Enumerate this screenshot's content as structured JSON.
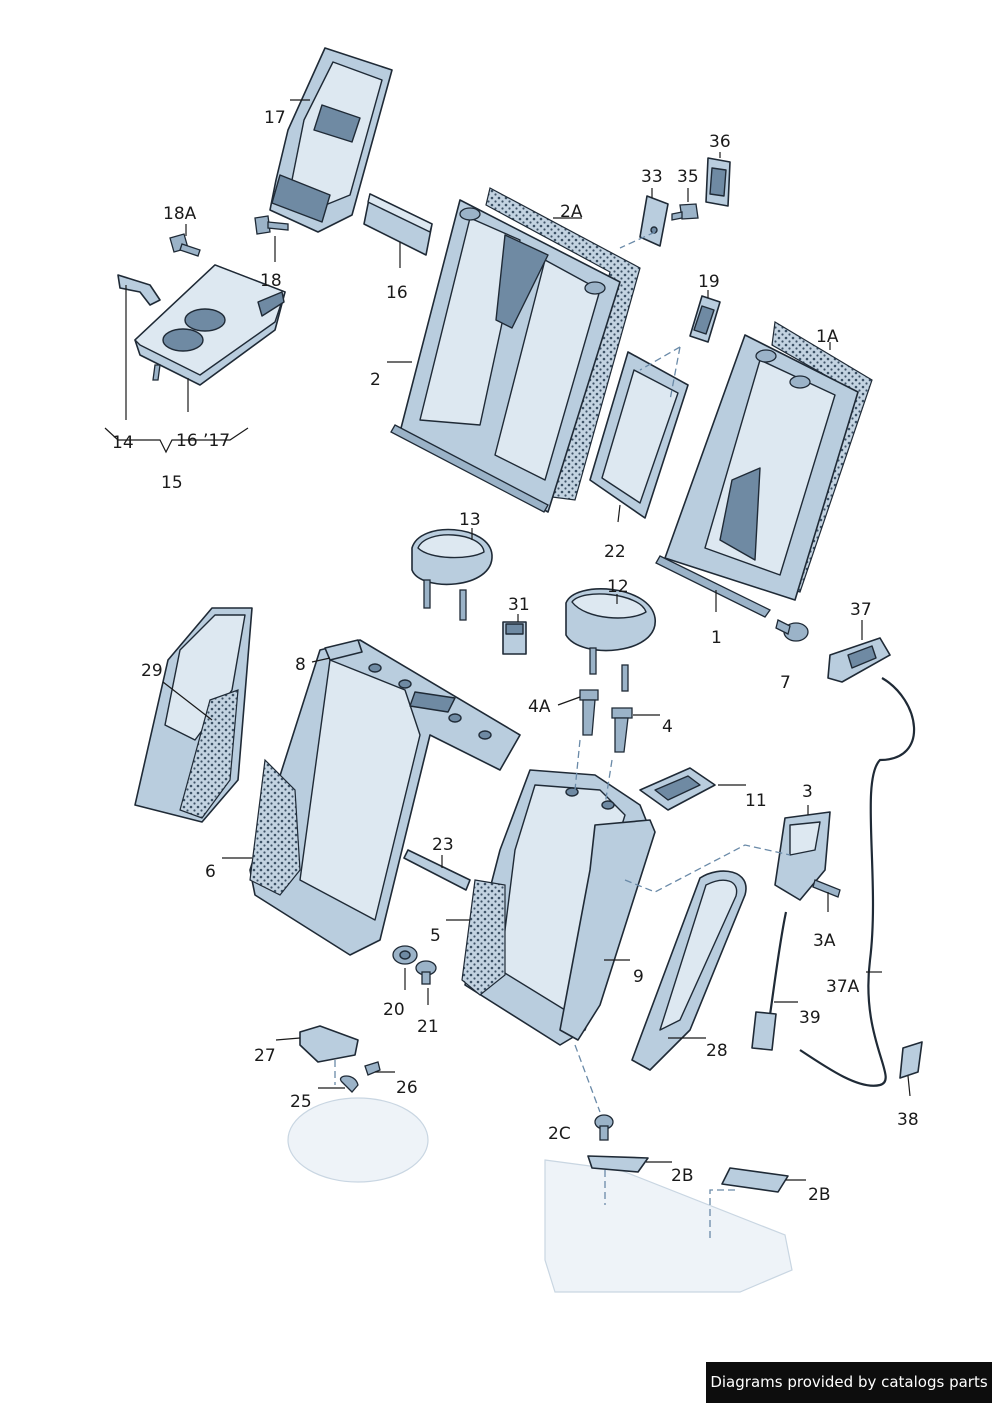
{
  "diagram": {
    "labels": {
      "l1": "1",
      "l1A": "1A",
      "l2": "2",
      "l2A": "2A",
      "l2B_1": "2B",
      "l2B_2": "2B",
      "l2C": "2C",
      "l3": "3",
      "l3A": "3A",
      "l4": "4",
      "l4A": "4A",
      "l5": "5",
      "l6": "6",
      "l7": "7",
      "l8": "8",
      "l9": "9",
      "l11": "11",
      "l12": "12",
      "l13": "13",
      "l14": "14",
      "l15": "15",
      "l16": "16",
      "l16_17": "16 ’17",
      "l17": "17",
      "l18": "18",
      "l18A": "18A",
      "l19": "19",
      "l20": "20",
      "l21": "21",
      "l22": "22",
      "l23": "23",
      "l25": "25",
      "l26": "26",
      "l27": "27",
      "l28": "28",
      "l29": "29",
      "l31": "31",
      "l33": "33",
      "l35": "35",
      "l36": "36",
      "l37": "37",
      "l37A": "37A",
      "l38": "38",
      "l39": "39"
    },
    "colors": {
      "part_fill": "#b9cdde",
      "outline": "#1f2a36",
      "foam": "#5f7890",
      "ghost": "#eef3f8"
    }
  },
  "footer": {
    "credit": "Diagrams provided by catalogs parts"
  }
}
